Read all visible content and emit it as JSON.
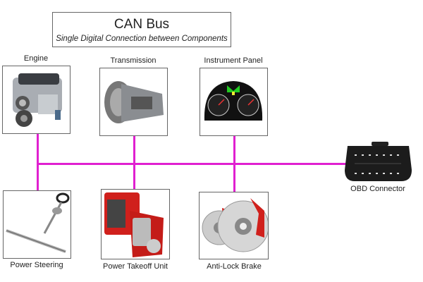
{
  "header": {
    "title": "CAN Bus",
    "subtitle": "Single Digital Connection between Components"
  },
  "components": [
    {
      "label": "Engine"
    },
    {
      "label": "Transmission"
    },
    {
      "label": "Instrument Panel"
    },
    {
      "label": "Power Steering"
    },
    {
      "label": "Power Takeoff Unit"
    },
    {
      "label": "Anti-Lock Brake"
    },
    {
      "label": "OBD Connector"
    }
  ],
  "colors": {
    "bus": "#e020d0",
    "caliper": "#d0201c",
    "box_border": "#666666"
  }
}
